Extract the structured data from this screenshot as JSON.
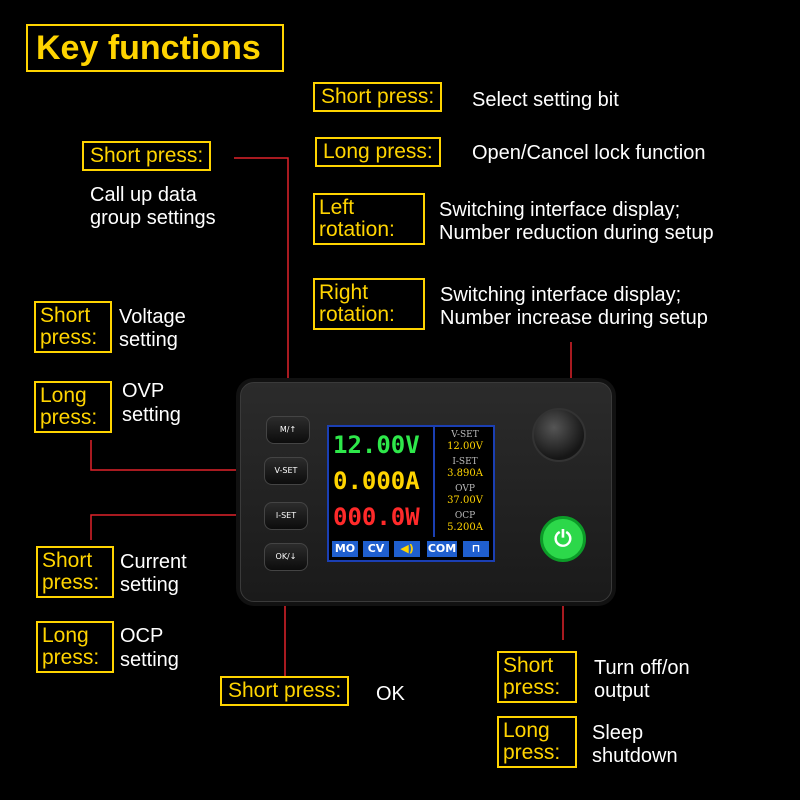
{
  "title": "Key functions",
  "callouts": {
    "mode_short_label": "Short press:",
    "mode_short_desc_1": "Call up data",
    "mode_short_desc_2": "group settings",
    "knob_short_label": "Short press:",
    "knob_short_desc": "Select setting bit",
    "knob_long_label": "Long press:",
    "knob_long_desc": "Open/Cancel lock function",
    "left_rot_1": "Left",
    "left_rot_2": "rotation:",
    "left_rot_desc_1": "Switching interface display;",
    "left_rot_desc_2": "Number reduction during setup",
    "right_rot_1": "Right",
    "right_rot_2": "rotation:",
    "right_rot_desc_1": "Switching interface display;",
    "right_rot_desc_2": "Number increase during setup",
    "vset_short_1": "Short",
    "vset_short_2": "press:",
    "vset_short_desc_1": "Voltage",
    "vset_short_desc_2": "setting",
    "vset_long_1": "Long",
    "vset_long_2": "press:",
    "vset_long_desc_1": "OVP",
    "vset_long_desc_2": "setting",
    "iset_short_1": "Short",
    "iset_short_2": "press:",
    "iset_short_desc_1": "Current",
    "iset_short_desc_2": "setting",
    "iset_long_1": "Long",
    "iset_long_2": "press:",
    "iset_long_desc_1": "OCP",
    "iset_long_desc_2": "setting",
    "ok_short_label": "Short press:",
    "ok_short_desc": "OK",
    "pwr_short_1": "Short",
    "pwr_short_2": "press:",
    "pwr_short_desc_1": "Turn off/on",
    "pwr_short_desc_2": "output",
    "pwr_long_1": "Long",
    "pwr_long_2": "press:",
    "pwr_long_desc_1": "Sleep",
    "pwr_long_desc_2": "shutdown"
  },
  "device": {
    "buttons": {
      "m": "M/↑",
      "vset": "V-SET",
      "iset": "I-SET",
      "ok": "OK/↓"
    },
    "readings": {
      "voltage": "12.00V",
      "current": "0.000A",
      "power": "000.0W"
    },
    "side": [
      {
        "label": "V-SET",
        "value": "12.00V"
      },
      {
        "label": "I-SET",
        "value": "3.890A"
      },
      {
        "label": "OVP",
        "value": "37.00V"
      },
      {
        "label": "OCP",
        "value": "5.200A"
      }
    ],
    "status": {
      "mode": "MO",
      "cv": "CV",
      "com": "COM"
    },
    "icons": {
      "speaker": "speaker-icon",
      "lock": "lock-icon",
      "power": "power-icon"
    }
  },
  "colors": {
    "callout": "#ffd400",
    "line": "#e0222a",
    "voltage": "#2ee84a",
    "current": "#ffd400",
    "power": "#ff2a2a",
    "status_bar": "#1f5fcf",
    "power_button": "#2cd84a"
  }
}
